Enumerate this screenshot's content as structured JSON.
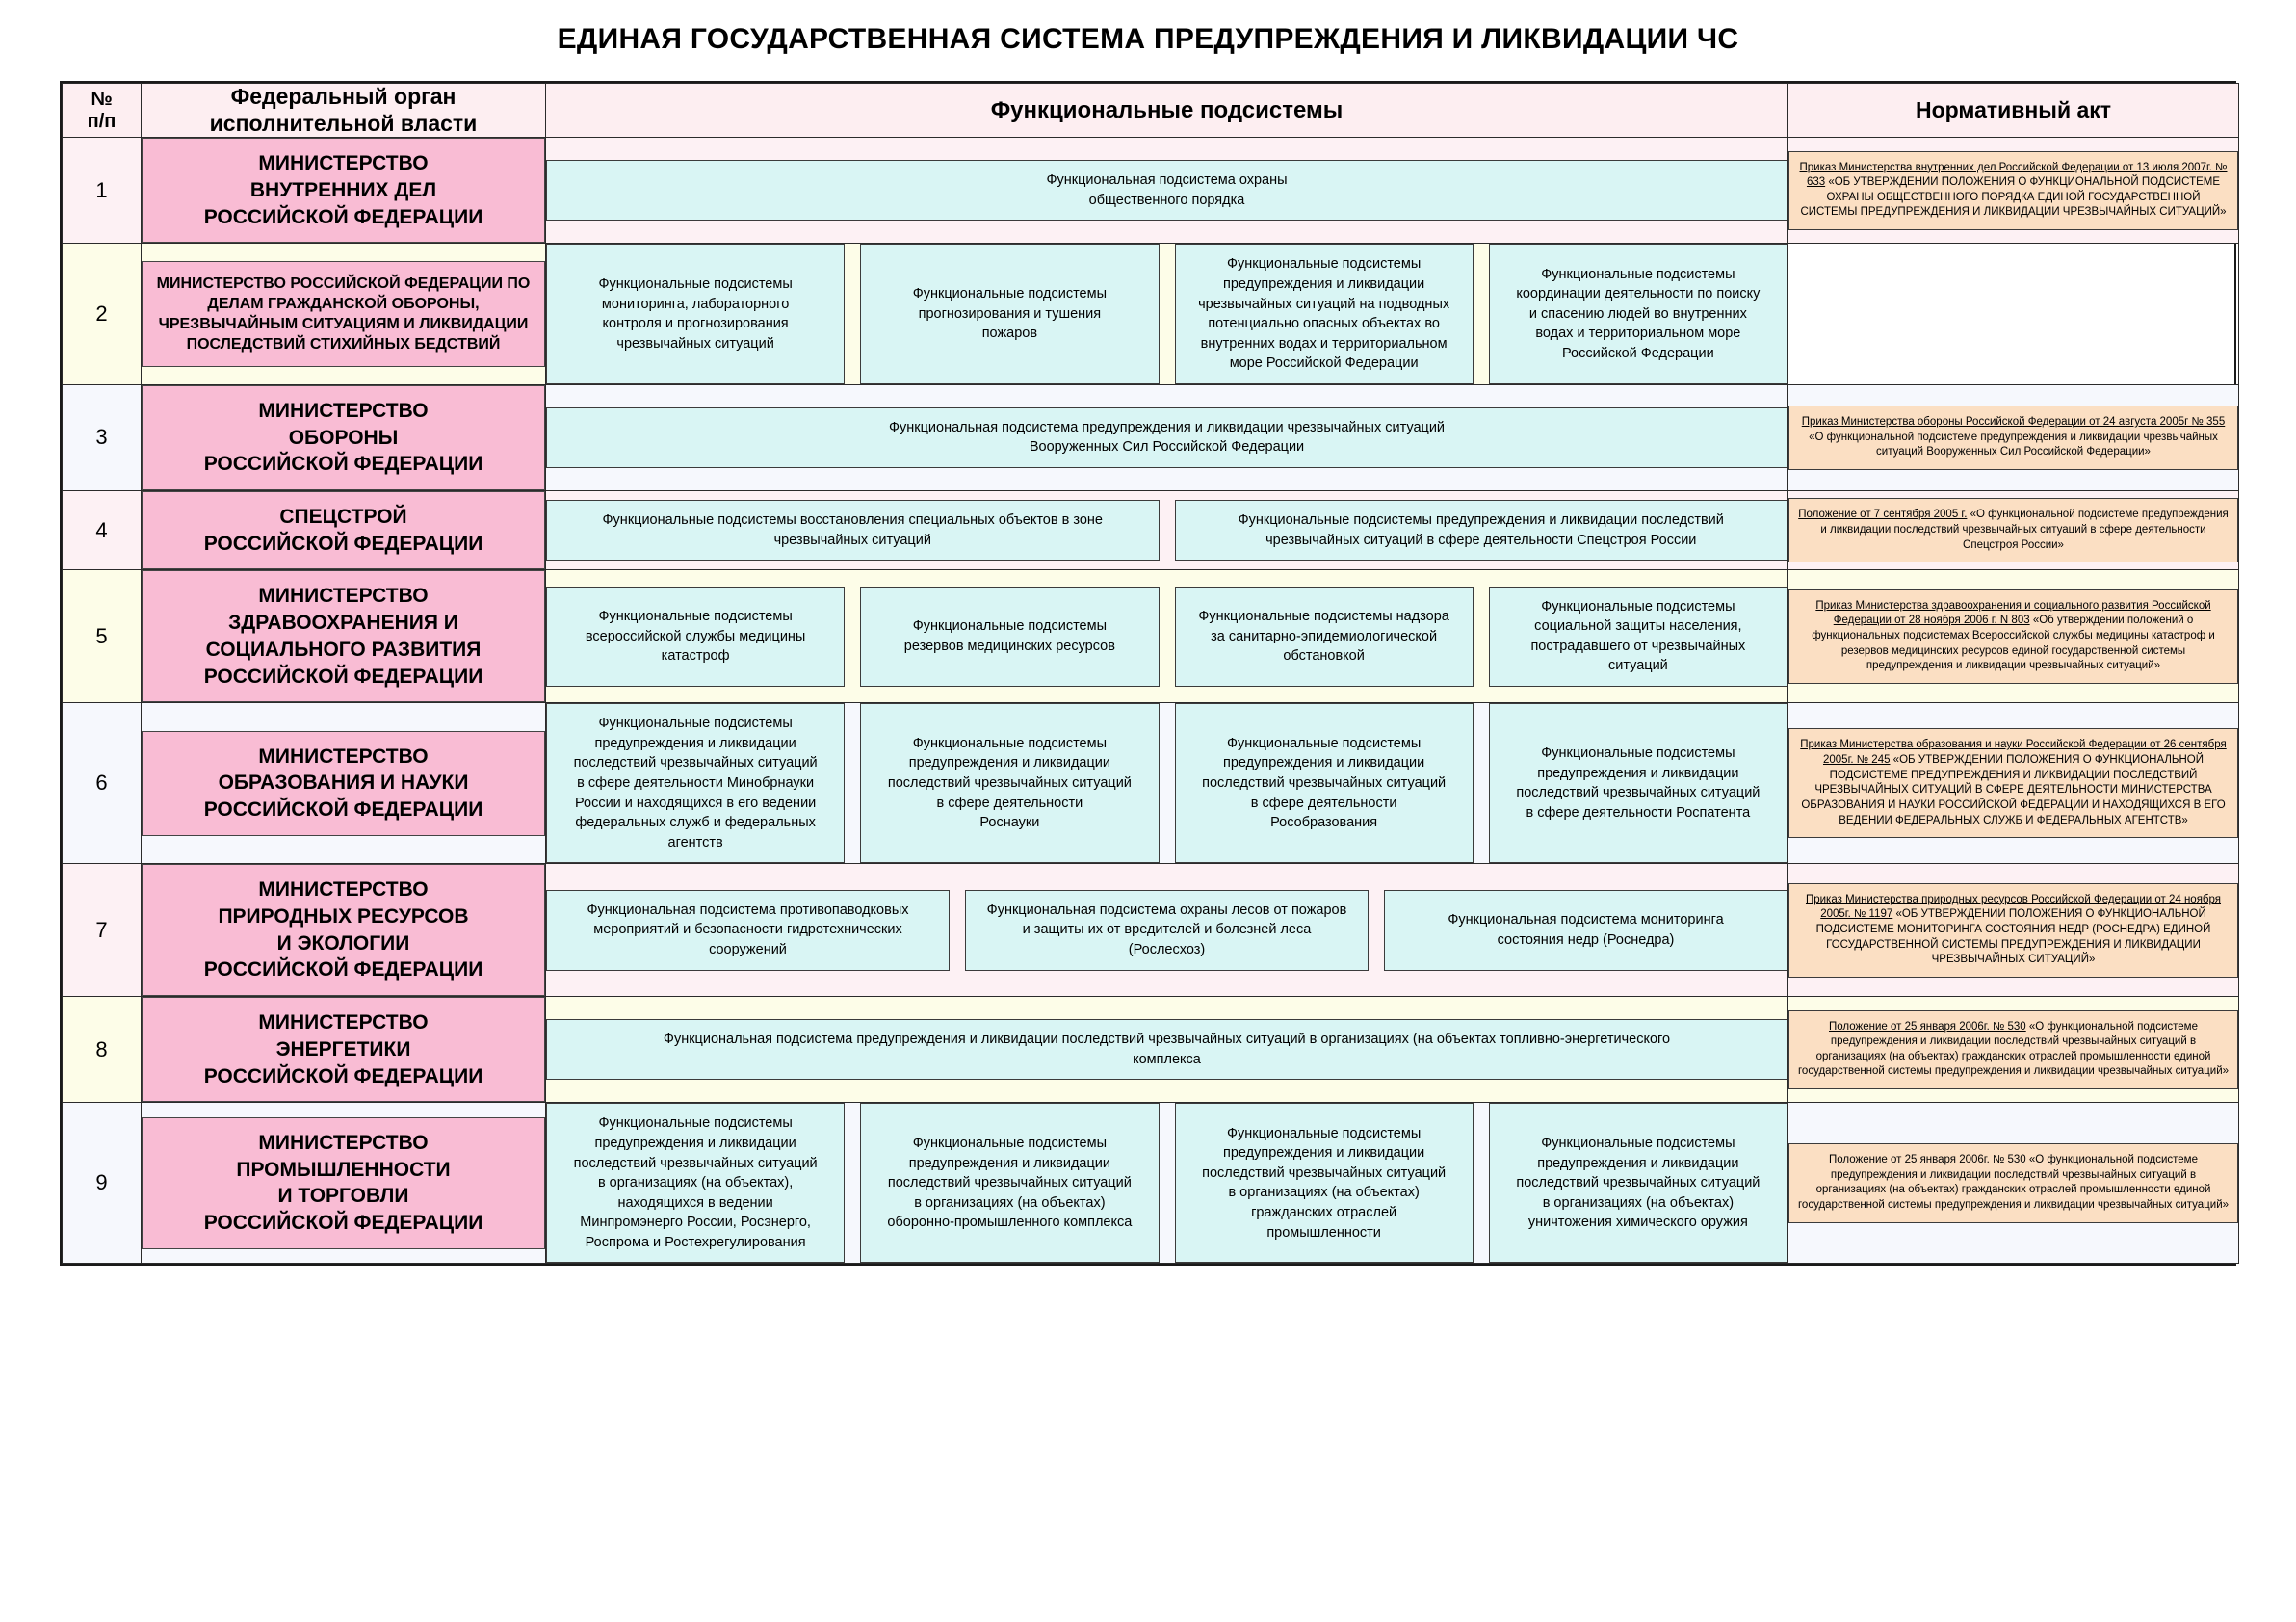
{
  "title": "ЕДИНАЯ ГОСУДАРСТВЕННАЯ СИСТЕМА ПРЕДУПРЕЖДЕНИЯ И ЛИКВИДАЦИИ ЧС",
  "colors": {
    "organ_box": "#f9bcd4",
    "subsystem_box": "#d9f5f4",
    "act_box": "#fbdfc3",
    "header_bg": "#fdeef1",
    "row_tint_pink": "#fdf1f4",
    "row_tint_yellow": "#fdfde8",
    "row_tint_blue": "#f6f8fd",
    "border": "#2b2b2b",
    "text": "#000000"
  },
  "table": {
    "headers": {
      "num": "№\nп/п",
      "organ": "Федеральный орган\nисполнительной власти",
      "subsystems": "Функциональные подсистемы",
      "act": "Нормативный акт"
    },
    "rows": [
      {
        "num": "1",
        "organ": "МИНИСТЕРСТВО\nВНУТРЕННИХ ДЕЛ\nРОССИЙСКОЙ ФЕДЕРАЦИИ",
        "organ_size": "big",
        "subsystems": [
          "Функциональная подсистема охраны\nобщественного порядка"
        ],
        "act_lead": "Приказ Министерства внутренних дел Российской Федерации от 13 июля 2007г. № 633",
        "act_rest": " «ОБ УТВЕРЖДЕНИИ ПОЛОЖЕНИЯ О ФУНКЦИОНАЛЬНОЙ ПОДСИСТЕМЕ ОХРАНЫ ОБЩЕСТВЕННОГО ПОРЯДКА ЕДИНОЙ ГОСУДАРСТВЕННОЙ СИСТЕМЫ ПРЕДУПРЕЖДЕНИЯ И ЛИКВИДАЦИИ ЧРЕЗВЫЧАЙНЫХ СИТУАЦИЙ»"
      },
      {
        "num": "2",
        "organ": "МИНИСТЕРСТВО РОССИЙСКОЙ ФЕДЕРАЦИИ ПО ДЕЛАМ ГРАЖДАНСКОЙ ОБОРОНЫ, ЧРЕЗВЫЧАЙНЫМ СИТУАЦИЯМ И ЛИКВИДАЦИИ ПОСЛЕДСТВИЙ СТИХИЙНЫХ БЕДСТВИЙ",
        "organ_size": "small",
        "subsystems": [
          "Функциональные подсистемы\nмониторинга, лабораторного\nконтроля и прогнозирования\nчрезвычайных ситуаций",
          "Функциональные подсистемы\nпрогнозирования и тушения\nпожаров",
          "Функциональные подсистемы\nпредупреждения и ликвидации\nчрезвычайных ситуаций на подводных\nпотенциально опасных объектах во\nвнутренних водах и территориальном\nморе Российской Федерации",
          "Функциональные подсистемы\nкоординации деятельности по поиску\nи спасению людей во внутренних\nводах и территориальном море\nРоссийской Федерации"
        ],
        "act_lead": "",
        "act_rest": ""
      },
      {
        "num": "3",
        "organ": "МИНИСТЕРСТВО\nОБОРОНЫ\nРОССИЙСКОЙ ФЕДЕРАЦИИ",
        "organ_size": "big",
        "subsystems": [
          "Функциональная подсистема предупреждения и ликвидации чрезвычайных ситуаций\nВооруженных Сил Российской Федерации"
        ],
        "act_lead": "Приказ Министерства обороны Российской Федерации от 24 августа 2005г № 355",
        "act_rest": " «О функциональной подсистеме предупреждения и ликвидации чрезвычайных ситуаций Вооруженных Сил Российской Федерации»"
      },
      {
        "num": "4",
        "organ": "СПЕЦСТРОЙ\nРОССИЙСКОЙ ФЕДЕРАЦИИ",
        "organ_size": "big",
        "subsystems": [
          "Функциональные подсистемы восстановления специальных объектов в зоне\nчрезвычайных ситуаций",
          "Функциональные подсистемы предупреждения и ликвидации последствий\nчрезвычайных ситуаций в сфере деятельности Спецстроя России"
        ],
        "act_lead": "Положение от 7 сентября 2005 г.",
        "act_rest": " «О функциональной подсистеме предупреждения и ликвидации последствий чрезвычайных ситуаций в сфере деятельности Спецстроя России»"
      },
      {
        "num": "5",
        "organ": "МИНИСТЕРСТВО\nЗДРАВООХРАНЕНИЯ И\nСОЦИАЛЬНОГО РАЗВИТИЯ\nРОССИЙСКОЙ ФЕДЕРАЦИИ",
        "organ_size": "big",
        "subsystems": [
          "Функциональные подсистемы\nвсероссийской службы медицины\nкатастроф",
          "Функциональные подсистемы\nрезервов медицинских ресурсов",
          "Функциональные подсистемы надзора\nза санитарно-эпидемиологической\nобстановкой",
          "Функциональные подсистемы\nсоциальной защиты населения,\nпострадавшего от чрезвычайных\nситуаций"
        ],
        "act_lead": "Приказ Министерства здравоохранения и социального развития Российской Федерации от 28 ноября 2006 г. N 803",
        "act_rest": " «Об утверждении положений о функциональных подсистемах Всероссийской службы медицины катастроф и резервов медицинских ресурсов единой государственной системы предупреждения и ликвидации чрезвычайных ситуаций»"
      },
      {
        "num": "6",
        "organ": "МИНИСТЕРСТВО\nОБРАЗОВАНИЯ И НАУКИ\nРОССИЙСКОЙ ФЕДЕРАЦИИ",
        "organ_size": "big",
        "subsystems": [
          "Функциональные подсистемы\nпредупреждения и ликвидации\nпоследствий чрезвычайных ситуаций\nв сфере деятельности Минобрнауки\nРоссии и находящихся в его ведении\nфедеральных служб и федеральных\nагентств",
          "Функциональные подсистемы\nпредупреждения и ликвидации\nпоследствий чрезвычайных ситуаций\nв сфере деятельности\nРоснауки",
          "Функциональные подсистемы\nпредупреждения и ликвидации\nпоследствий чрезвычайных ситуаций\nв сфере деятельности\nРособразования",
          "Функциональные подсистемы\nпредупреждения и ликвидации\nпоследствий чрезвычайных ситуаций\nв сфере деятельности Роспатента"
        ],
        "act_lead": "Приказ Министерства образования и науки Российской Федерации от 26 сентября 2005г. № 245",
        "act_rest": " «ОБ УТВЕРЖДЕНИИ ПОЛОЖЕНИЯ О ФУНКЦИОНАЛЬНОЙ ПОДСИСТЕМЕ ПРЕДУПРЕЖДЕНИЯ И ЛИКВИДАЦИИ ПОСЛЕДСТВИЙ ЧРЕЗВЫЧАЙНЫХ СИТУАЦИЙ В СФЕРЕ ДЕЯТЕЛЬНОСТИ МИНИСТЕРСТВА ОБРАЗОВАНИЯ И НАУКИ РОССИЙСКОЙ ФЕДЕРАЦИИ И НАХОДЯЩИХСЯ В ЕГО ВЕДЕНИИ ФЕДЕРАЛЬНЫХ СЛУЖБ И ФЕДЕРАЛЬНЫХ АГЕНТСТВ»"
      },
      {
        "num": "7",
        "organ": "МИНИСТЕРСТВО\nПРИРОДНЫХ РЕСУРСОВ\nИ ЭКОЛОГИИ\nРОССИЙСКОЙ ФЕДЕРАЦИИ",
        "organ_size": "big",
        "subsystems": [
          "Функциональная подсистема противопаводковых\nмероприятий и безопасности гидротехнических\nсооружений",
          "Функциональная подсистема охраны лесов от пожаров\nи защиты их от вредителей и болезней леса\n(Рослесхоз)",
          "Функциональная подсистема мониторинга\nсостояния недр (Роснедра)"
        ],
        "act_lead": "Приказ Министерства природных ресурсов Российской Федерации от 24 ноября 2005г. № 1197",
        "act_rest": " «ОБ УТВЕРЖДЕНИИ ПОЛОЖЕНИЯ О ФУНКЦИОНАЛЬНОЙ ПОДСИСТЕМЕ МОНИТОРИНГА СОСТОЯНИЯ НЕДР (РОСНЕДРА) ЕДИНОЙ ГОСУДАРСТВЕННОЙ СИСТЕМЫ ПРЕДУПРЕЖДЕНИЯ И ЛИКВИДАЦИИ ЧРЕЗВЫЧАЙНЫХ СИТУАЦИЙ»"
      },
      {
        "num": "8",
        "organ": "МИНИСТЕРСТВО\nЭНЕРГЕТИКИ\nРОССИЙСКОЙ ФЕДЕРАЦИИ",
        "organ_size": "big",
        "subsystems": [
          "Функциональная подсистема предупреждения и ликвидации последствий чрезвычайных ситуаций в организациях (на объектах топливно-энергетического\nкомплекса"
        ],
        "act_lead": "Положение  от 25 января 2006г. № 530",
        "act_rest": " «О функциональной подсистеме предупреждения и ликвидации последствий чрезвычайных ситуаций в организациях (на объектах) гражданских отраслей промышленности единой государственной системы предупреждения и ликвидации чрезвычайных ситуаций»"
      },
      {
        "num": "9",
        "organ": "МИНИСТЕРСТВО\nПРОМЫШЛЕННОСТИ\nИ ТОРГОВЛИ\nРОССИЙСКОЙ ФЕДЕРАЦИИ",
        "organ_size": "big",
        "subsystems": [
          "Функциональные подсистемы\nпредупреждения и ликвидации\nпоследствий чрезвычайных ситуаций\nв организациях (на объектах),\nнаходящихся в ведении\nМинпромэнерго России, Росэнерго,\nРоспрома и Ростехрегулирования",
          "Функциональные подсистемы\nпредупреждения и ликвидации\nпоследствий чрезвычайных ситуаций\nв организациях (на объектах)\nоборонно-промышленного комплекса",
          "Функциональные подсистемы\nпредупреждения и ликвидации\nпоследствий чрезвычайных ситуаций\nв организациях (на объектах)\nгражданских отраслей\nпромышленности",
          "Функциональные подсистемы\nпредупреждения и ликвидации\nпоследствий чрезвычайных ситуаций\nв организациях (на объектах)\nуничтожения химического оружия"
        ],
        "act_lead": "Положение  от 25 января 2006г. № 530",
        "act_rest": " «О функциональной подсистеме предупреждения и ликвидации последствий чрезвычайных ситуаций в организациях (на объектах) гражданских отраслей промышленности единой государственной системы предупреждения и ликвидации чрезвычайных ситуаций»"
      }
    ]
  }
}
